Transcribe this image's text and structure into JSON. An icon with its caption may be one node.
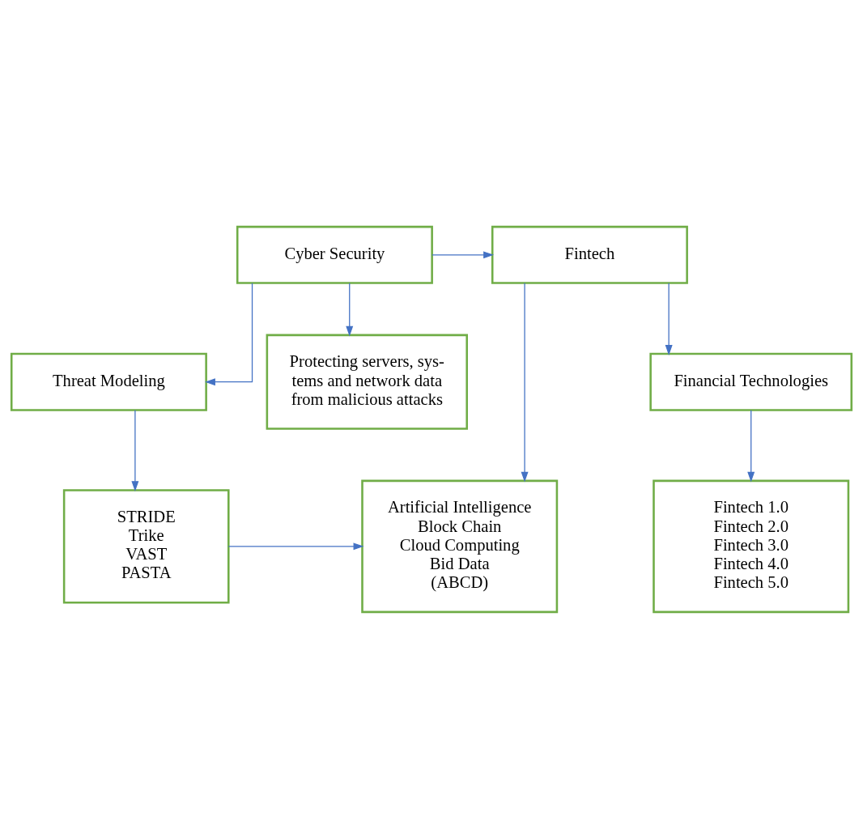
{
  "diagram": {
    "nodes": [
      {
        "text": [
          "Threat Modeling"
        ]
      },
      {
        "text": [
          "STRIDE",
          "Trike",
          "VAST",
          "PASTA"
        ]
      },
      {
        "text": [
          "Artificial Intelligence",
          "Block Chain",
          "Cloud Computing",
          "Bid Data",
          "(ABCD)"
        ]
      },
      {
        "text": [
          "Cyber Security"
        ]
      },
      {
        "text": [
          "Fintech"
        ]
      },
      {
        "text": [
          "Protecting servers, sys- tems and network data from malicious attacks"
        ]
      },
      {
        "text": [
          "Financial Technologies"
        ]
      },
      {
        "text": [
          "Fintech 1.0",
          "Fintech 2.0",
          "Fintech 3.0",
          "Fintech 4.0",
          "Fintech 5.0"
        ]
      }
    ],
    "edges": [
      {
        "from": 0,
        "to": 1,
        "arrow": "to"
      },
      {
        "from": 1,
        "to": 2,
        "arrow": "to"
      },
      {
        "from": 3,
        "to": 0,
        "arrow": "to"
      },
      {
        "from": 3,
        "to": 4,
        "arrow": "to"
      },
      {
        "from": 3,
        "to": 5,
        "arrow": "to"
      },
      {
        "from": 4,
        "to": 2,
        "arrow": "to"
      },
      {
        "from": 4,
        "to": 6,
        "arrow": "to"
      },
      {
        "from": 6,
        "to": 7,
        "arrow": "to"
      }
    ]
  }
}
